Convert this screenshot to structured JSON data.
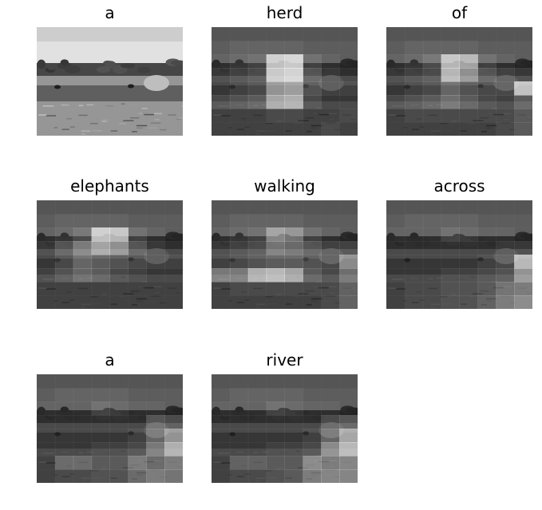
{
  "panels": [
    {
      "word": "a",
      "attention": null
    },
    {
      "word": "herd",
      "attention": [
        [
          0.05,
          0.05,
          0.05,
          0.05,
          0.05,
          0.05,
          0.05,
          0.05
        ],
        [
          0.05,
          0.1,
          0.1,
          0.1,
          0.1,
          0.05,
          0.05,
          0.05
        ],
        [
          0.1,
          0.15,
          0.2,
          0.85,
          0.9,
          0.2,
          0.1,
          0.05
        ],
        [
          0.15,
          0.2,
          0.25,
          0.9,
          0.95,
          0.3,
          0.15,
          0.1
        ],
        [
          0.1,
          0.15,
          0.2,
          0.6,
          0.65,
          0.25,
          0.15,
          0.15
        ],
        [
          0.2,
          0.25,
          0.3,
          0.7,
          0.75,
          0.2,
          0.1,
          0.1
        ],
        [
          0.05,
          0.05,
          0.05,
          0.1,
          0.1,
          0.05,
          0.05,
          0.1
        ],
        [
          0.05,
          0.05,
          0.05,
          0.05,
          0.05,
          0.05,
          0.1,
          0.05
        ]
      ]
    },
    {
      "word": "of",
      "attention": [
        [
          0.05,
          0.05,
          0.05,
          0.05,
          0.05,
          0.05,
          0.05,
          0.05
        ],
        [
          0.05,
          0.1,
          0.1,
          0.1,
          0.1,
          0.05,
          0.05,
          0.05
        ],
        [
          0.1,
          0.15,
          0.25,
          0.8,
          0.7,
          0.2,
          0.1,
          0.05
        ],
        [
          0.15,
          0.2,
          0.25,
          0.8,
          0.6,
          0.3,
          0.2,
          0.15
        ],
        [
          0.1,
          0.15,
          0.2,
          0.35,
          0.25,
          0.2,
          0.2,
          0.85
        ],
        [
          0.2,
          0.25,
          0.3,
          0.4,
          0.3,
          0.2,
          0.15,
          0.3
        ],
        [
          0.05,
          0.1,
          0.1,
          0.1,
          0.1,
          0.1,
          0.1,
          0.2
        ],
        [
          0.05,
          0.05,
          0.05,
          0.05,
          0.05,
          0.05,
          0.1,
          0.2
        ]
      ]
    },
    {
      "word": "elephants",
      "attention": [
        [
          0.05,
          0.05,
          0.05,
          0.05,
          0.05,
          0.05,
          0.05,
          0.05
        ],
        [
          0.05,
          0.1,
          0.1,
          0.1,
          0.1,
          0.05,
          0.05,
          0.05
        ],
        [
          0.1,
          0.15,
          0.25,
          0.85,
          0.8,
          0.2,
          0.1,
          0.05
        ],
        [
          0.15,
          0.3,
          0.5,
          0.7,
          0.6,
          0.3,
          0.15,
          0.1
        ],
        [
          0.1,
          0.2,
          0.35,
          0.3,
          0.25,
          0.2,
          0.15,
          0.15
        ],
        [
          0.15,
          0.25,
          0.35,
          0.3,
          0.2,
          0.15,
          0.1,
          0.1
        ],
        [
          0.05,
          0.05,
          0.05,
          0.05,
          0.05,
          0.05,
          0.05,
          0.05
        ],
        [
          0.05,
          0.05,
          0.05,
          0.05,
          0.05,
          0.05,
          0.05,
          0.05
        ]
      ]
    },
    {
      "word": "walking",
      "attention": [
        [
          0.05,
          0.05,
          0.05,
          0.05,
          0.05,
          0.05,
          0.05,
          0.05
        ],
        [
          0.05,
          0.1,
          0.1,
          0.1,
          0.1,
          0.05,
          0.05,
          0.05
        ],
        [
          0.1,
          0.15,
          0.2,
          0.55,
          0.45,
          0.2,
          0.1,
          0.05
        ],
        [
          0.15,
          0.2,
          0.25,
          0.45,
          0.4,
          0.3,
          0.2,
          0.2
        ],
        [
          0.15,
          0.2,
          0.25,
          0.3,
          0.3,
          0.25,
          0.2,
          0.55
        ],
        [
          0.45,
          0.45,
          0.75,
          0.8,
          0.7,
          0.3,
          0.2,
          0.4
        ],
        [
          0.05,
          0.1,
          0.1,
          0.1,
          0.1,
          0.1,
          0.1,
          0.25
        ],
        [
          0.05,
          0.05,
          0.05,
          0.05,
          0.05,
          0.05,
          0.1,
          0.25
        ]
      ]
    },
    {
      "word": "across",
      "attention": [
        [
          0.05,
          0.05,
          0.05,
          0.05,
          0.05,
          0.05,
          0.05,
          0.05
        ],
        [
          0.05,
          0.1,
          0.1,
          0.1,
          0.1,
          0.05,
          0.05,
          0.05
        ],
        [
          0.1,
          0.1,
          0.1,
          0.2,
          0.15,
          0.1,
          0.1,
          0.05
        ],
        [
          0.1,
          0.1,
          0.1,
          0.1,
          0.1,
          0.1,
          0.15,
          0.15
        ],
        [
          0.1,
          0.1,
          0.1,
          0.1,
          0.1,
          0.15,
          0.2,
          0.8
        ],
        [
          0.1,
          0.1,
          0.1,
          0.15,
          0.15,
          0.2,
          0.25,
          0.6
        ],
        [
          0.05,
          0.1,
          0.1,
          0.15,
          0.15,
          0.2,
          0.35,
          0.4
        ],
        [
          0.05,
          0.1,
          0.1,
          0.15,
          0.15,
          0.25,
          0.4,
          0.5
        ]
      ]
    },
    {
      "word": "a",
      "attention": [
        [
          0.05,
          0.05,
          0.05,
          0.05,
          0.05,
          0.05,
          0.05,
          0.05
        ],
        [
          0.05,
          0.1,
          0.1,
          0.1,
          0.1,
          0.05,
          0.05,
          0.05
        ],
        [
          0.1,
          0.1,
          0.1,
          0.2,
          0.15,
          0.1,
          0.1,
          0.05
        ],
        [
          0.1,
          0.1,
          0.1,
          0.1,
          0.1,
          0.1,
          0.3,
          0.25
        ],
        [
          0.1,
          0.1,
          0.1,
          0.1,
          0.1,
          0.15,
          0.35,
          0.6
        ],
        [
          0.1,
          0.1,
          0.1,
          0.15,
          0.15,
          0.2,
          0.45,
          0.75
        ],
        [
          0.05,
          0.3,
          0.3,
          0.2,
          0.2,
          0.4,
          0.3,
          0.4
        ],
        [
          0.05,
          0.1,
          0.1,
          0.15,
          0.15,
          0.3,
          0.4,
          0.35
        ]
      ]
    },
    {
      "word": "river",
      "attention": [
        [
          0.05,
          0.05,
          0.05,
          0.05,
          0.05,
          0.05,
          0.05,
          0.05
        ],
        [
          0.05,
          0.1,
          0.1,
          0.1,
          0.1,
          0.05,
          0.05,
          0.05
        ],
        [
          0.1,
          0.1,
          0.1,
          0.2,
          0.15,
          0.1,
          0.1,
          0.05
        ],
        [
          0.1,
          0.1,
          0.1,
          0.1,
          0.1,
          0.1,
          0.25,
          0.3
        ],
        [
          0.1,
          0.1,
          0.1,
          0.1,
          0.1,
          0.15,
          0.35,
          0.7
        ],
        [
          0.1,
          0.1,
          0.1,
          0.15,
          0.15,
          0.2,
          0.55,
          0.8
        ],
        [
          0.05,
          0.25,
          0.25,
          0.2,
          0.2,
          0.5,
          0.4,
          0.45
        ],
        [
          0.05,
          0.1,
          0.1,
          0.15,
          0.2,
          0.4,
          0.45,
          0.45
        ]
      ]
    }
  ]
}
